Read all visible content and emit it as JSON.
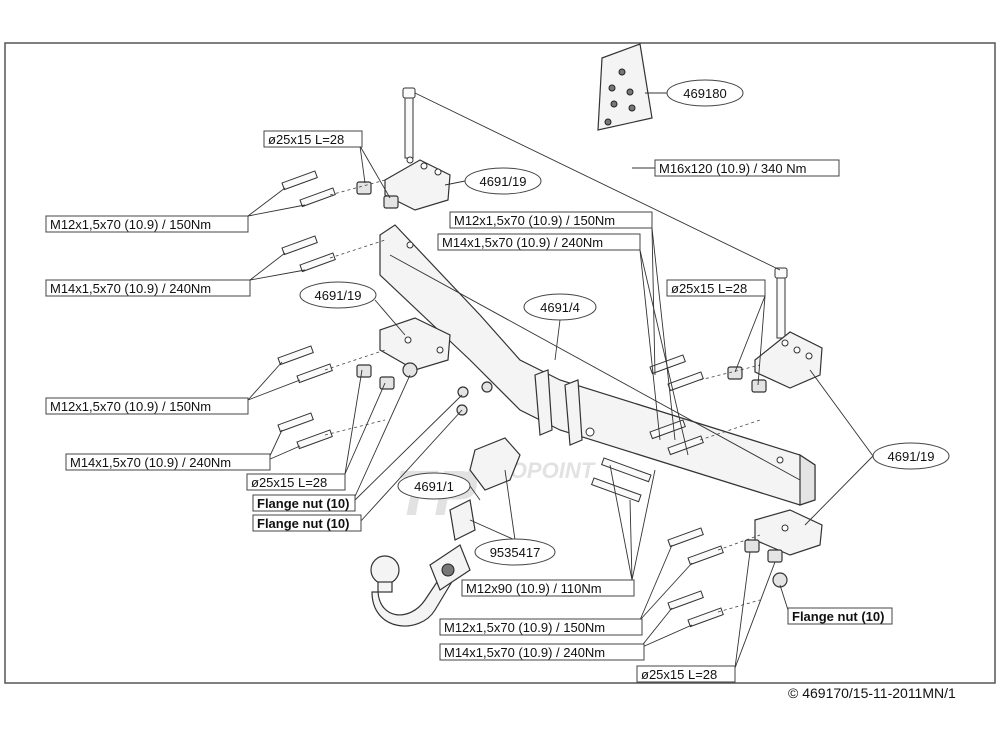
{
  "parts": {
    "kit_bag": "469180",
    "bracket_top_left": "4691/19",
    "bracket_mid_left": "4691/19",
    "bracket_right": "4691/19",
    "crossbar": "4691/4",
    "tow_ball": "4691/1",
    "socket_plate": "9535417"
  },
  "fasteners": {
    "spacer_top_left": "ø25x15 L=28",
    "bolt_m16": "M16x120 (10.9) / 340 Nm",
    "bolt_m12_top_left": "M12x1,5x70 (10.9) / 150Nm",
    "bolt_m14_top_left": "M14x1,5x70 (10.9) / 240Nm",
    "bolt_m12_top_right": "M12x1,5x70 (10.9) / 150Nm",
    "bolt_m14_top_right": "M14x1,5x70 (10.9) / 240Nm",
    "spacer_top_right": "ø25x15 L=28",
    "bolt_m12_mid_left": "M12x1,5x70 (10.9) / 150Nm",
    "bolt_m14_mid_left": "M14x1,5x70 (10.9) / 240Nm",
    "spacer_mid_left": "ø25x15 L=28",
    "flange_nut_1": "Flange nut (10)",
    "flange_nut_2": "Flange nut (10)",
    "flange_nut_right": "Flange nut (10)",
    "bolt_m12x90": "M12x90 (10.9) / 110Nm",
    "bolt_m12_bottom": "M12x1,5x70 (10.9) / 150Nm",
    "bolt_m14_bottom": "M14x1,5x70 (10.9) / 240Nm",
    "spacer_bottom": "ø25x15 L=28"
  },
  "watermark": "AUTOPOINT",
  "footer": {
    "copyright": "© 469170/15-11-2011MN/1"
  }
}
